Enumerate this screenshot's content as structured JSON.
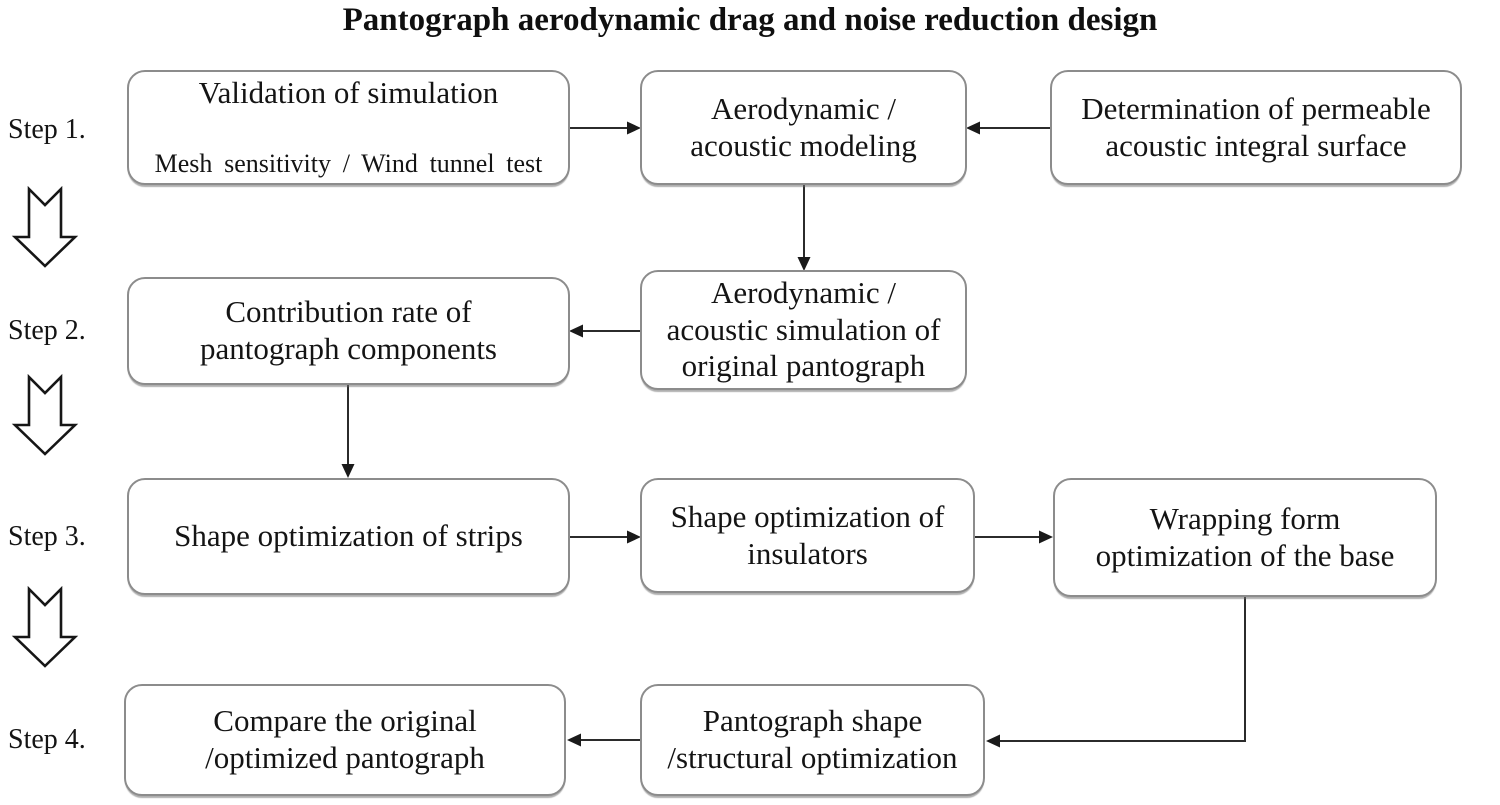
{
  "title": "Pantograph aerodynamic drag and noise reduction design",
  "steps": [
    {
      "label": "Step 1."
    },
    {
      "label": "Step 2."
    },
    {
      "label": "Step 3."
    },
    {
      "label": "Step 4."
    }
  ],
  "boxes": {
    "validation": {
      "line1": "Validation of simulation",
      "line2": "Mesh sensitivity / Wind tunnel test"
    },
    "modeling": {
      "text": "Aerodynamic /\nacoustic modeling"
    },
    "determination": {
      "text": "Determination of permeable\nacoustic integral surface"
    },
    "contribution": {
      "text": "Contribution rate of\npantograph components"
    },
    "simulation": {
      "text": "Aerodynamic /\nacoustic simulation of\noriginal pantograph"
    },
    "strips": {
      "text": "Shape optimization of strips"
    },
    "insulators": {
      "text": "Shape optimization of\ninsulators"
    },
    "wrapping": {
      "text": "Wrapping form\noptimization of the base"
    },
    "compare": {
      "text": "Compare the original\n/optimized pantograph"
    },
    "shape_structural": {
      "text": "Pantograph shape\n/structural optimization"
    }
  },
  "colors": {
    "background": "#ffffff",
    "box_border": "#8c8c8c",
    "text": "#141414",
    "arrow": "#1a1a1a"
  }
}
